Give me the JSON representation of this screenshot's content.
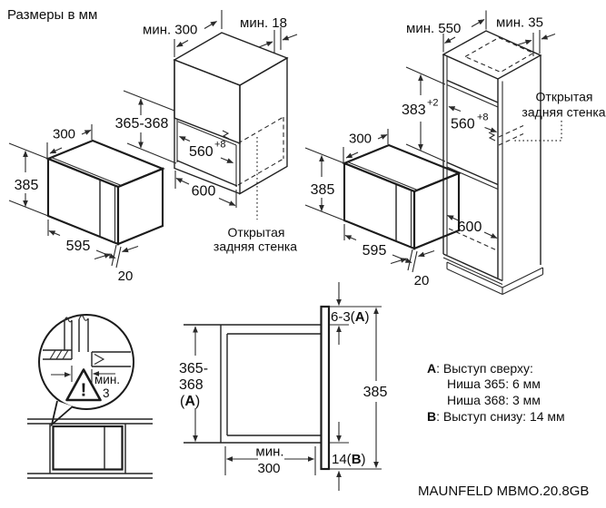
{
  "title": "Размеры в мм",
  "model": "MAUNFELD MBMO.20.8GB",
  "colors": {
    "line": "#222222",
    "text": "#0d0d0d",
    "background": "#ffffff"
  },
  "microwave": {
    "depth": "300",
    "height": "385",
    "width": "595",
    "door_gap": "20"
  },
  "wall_cabinet": {
    "min_depth": "мин. 300",
    "min_side": "мин. 18",
    "niche_height": "365-368",
    "niche_width": "560",
    "niche_width_tol": "+8",
    "outer_width": "600",
    "open_back_line1": "Открытая",
    "open_back_line2": "задняя стенка"
  },
  "tall_cabinet": {
    "min_depth": "мин. 550",
    "min_side": "мин. 35",
    "niche_height": "383",
    "niche_height_tol": "+2",
    "niche_width": "560",
    "niche_width_tol": "+8",
    "outer_width": "600",
    "open_back_line1": "Открытая",
    "open_back_line2": "задняя стенка"
  },
  "vent_detail": {
    "min_label": "мин.",
    "gap_value": "3",
    "warning_mark": "!"
  },
  "section_view": {
    "niche_height_line1": "365-",
    "niche_height_line2": "368",
    "ref_open": "(",
    "ref_a": "A",
    "ref_close": ")",
    "top_gap_pre": "6-3(",
    "top_gap_ref": "A",
    "top_gap_post": ")",
    "appliance_height": "385",
    "bottom_gap_pre": "14(",
    "bottom_gap_ref": "B",
    "bottom_gap_post": ")",
    "min_depth_line1": "мин.",
    "min_depth_line2": "300"
  },
  "legend": {
    "a_key": "A",
    "a_text": ": Выступ сверху:",
    "a_note1": "Ниша 365: 6 мм",
    "a_note2": "Ниша 368: 3 мм",
    "b_key": "B",
    "b_text": ": Выступ снизу: 14 мм"
  }
}
